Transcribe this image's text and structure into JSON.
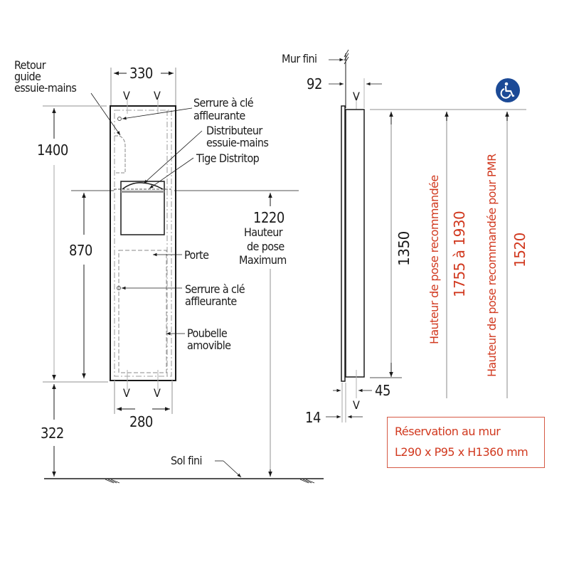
{
  "front_view": {
    "labels": {
      "retour_guide": [
        "Retour",
        "guide",
        "essuie-mains"
      ],
      "serrure_top": [
        "Serrure à clé",
        "affleurante"
      ],
      "distributeur": [
        "Distributeur",
        "essuie-mains"
      ],
      "tige": "Tige Distritop",
      "porte": "Porte",
      "serrure_bottom": [
        "Serrure à clé",
        "affleurante"
      ],
      "poubelle": [
        "Poubelle",
        "amovible"
      ],
      "hauteur_max": [
        "1220",
        "Hauteur",
        "de pose",
        "Maximum"
      ],
      "sol_fini": "Sol fini"
    },
    "dimensions": {
      "width_top": "330",
      "width_bottom": "280",
      "height_total": "1400",
      "height_to_dispenser": "870",
      "floor_clearance": "322",
      "v_marks": [
        "V",
        "V",
        "V",
        "V"
      ]
    }
  },
  "side_view": {
    "labels": {
      "mur_fini": "Mur fini"
    },
    "dimensions": {
      "depth_top": "92",
      "depth_bottom": "45",
      "flange": "14",
      "height": "1350",
      "v_marks": [
        "V",
        "V"
      ]
    }
  },
  "recommendations": {
    "standard": {
      "label": "Hauteur de pose recommandée",
      "value": "1755 à 1930"
    },
    "pmr": {
      "label": "Hauteur de pose recommandée pour PMR",
      "value": "1520",
      "icon": "wheelchair-accessibility-icon"
    }
  },
  "reservation": {
    "line1": "Réservation au mur",
    "line2": "L290 x P95 x H1360 mm"
  },
  "colors": {
    "accent_red": "#d1391f",
    "pmr_blue": "#1c4a96",
    "line_dark": "#1a1a1a",
    "line_grey": "#b0b0b0"
  }
}
